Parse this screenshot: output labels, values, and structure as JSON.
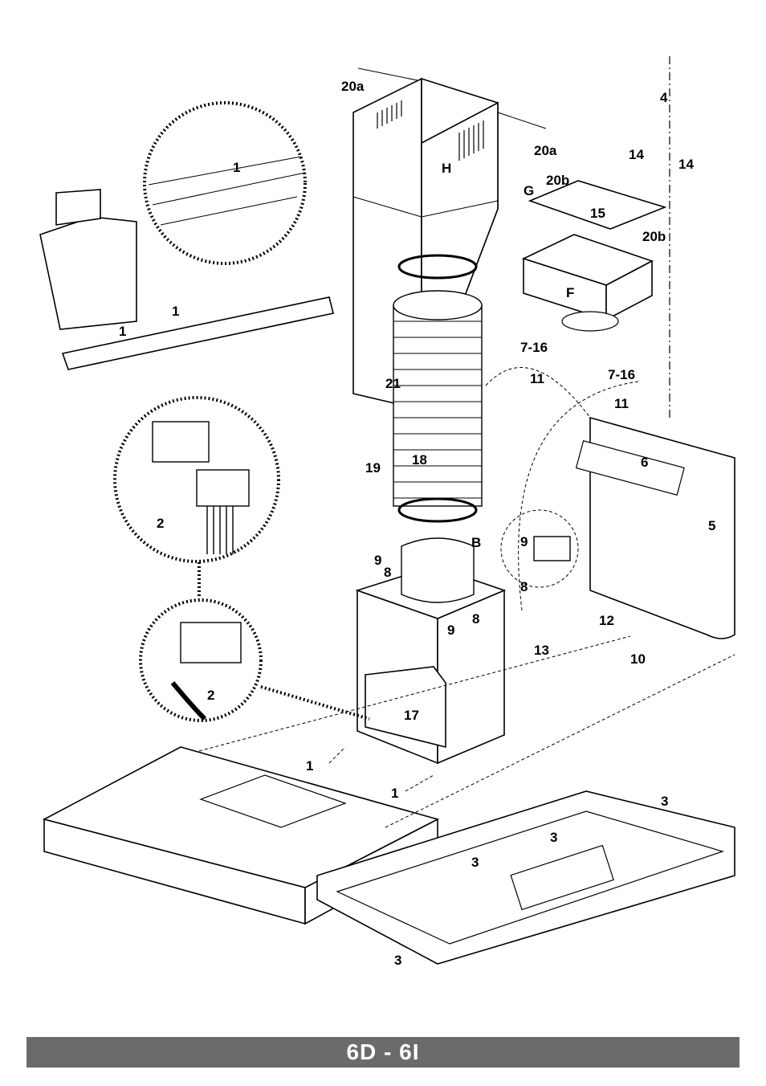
{
  "footer": {
    "title": "6D - 6I"
  },
  "callouts": {
    "c1a": "1",
    "c1b": "1",
    "c1c": "1",
    "c1d": "1",
    "c1e": "1",
    "c2a": "2",
    "c2b": "2",
    "c3a": "3",
    "c3b": "3",
    "c3c": "3",
    "c3d": "3",
    "c4": "4",
    "c5": "5",
    "c6": "6",
    "c7_16a": "7-16",
    "c7_16b": "7-16",
    "c8a": "8",
    "c8b": "8",
    "c8c": "8",
    "c9a": "9",
    "c9b": "9",
    "c9c": "9",
    "c10": "10",
    "c11a": "11",
    "c11b": "11",
    "c12": "12",
    "c13": "13",
    "c14a": "14",
    "c14b": "14",
    "c15": "15",
    "c17": "17",
    "c18": "18",
    "c19": "19",
    "c20a_1": "20a",
    "c20a_2": "20a",
    "c20b_1": "20b",
    "c20b_2": "20b",
    "c21": "21",
    "cB": "B",
    "cF": "F",
    "cG": "G",
    "cH": "H"
  }
}
